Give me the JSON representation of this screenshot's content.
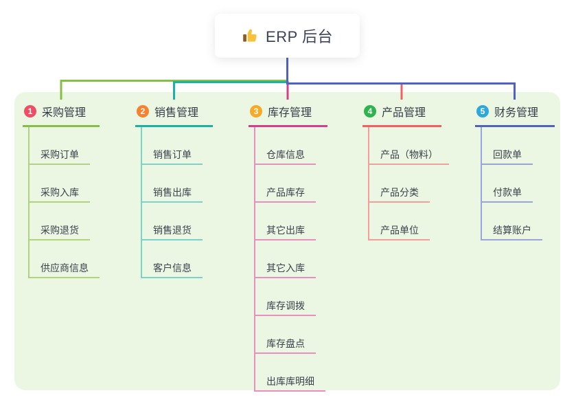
{
  "root": {
    "title": "ERP 后台",
    "icon": "thumbs-up"
  },
  "panel": {
    "background": "#ecf7e3"
  },
  "branches": [
    {
      "number": "1",
      "label": "采购管理",
      "badge_color": "#ee4d64",
      "line_color": "#85c044",
      "child_line_color": "#aed57d",
      "children": [
        "采购订单",
        "采购入库",
        "采购退货",
        "供应商信息"
      ]
    },
    {
      "number": "2",
      "label": "销售管理",
      "badge_color": "#f7812f",
      "line_color": "#17b3a8",
      "child_line_color": "#7ad2ca",
      "children": [
        "销售订单",
        "销售出库",
        "销售退货",
        "客户信息"
      ]
    },
    {
      "number": "3",
      "label": "库存管理",
      "badge_color": "#f7a927",
      "line_color": "#d43d90",
      "child_line_color": "#e98fc0",
      "children": [
        "仓库信息",
        "产品库存",
        "其它出库",
        "其它入库",
        "库存调拨",
        "库存盘点",
        "出库库明细"
      ]
    },
    {
      "number": "4",
      "label": "产品管理",
      "badge_color": "#2db44d",
      "line_color": "#f15f5f",
      "child_line_color": "#f59d99",
      "children": [
        "产品（物料）",
        "产品分类",
        "产品单位"
      ]
    },
    {
      "number": "5",
      "label": "财务管理",
      "badge_color": "#2ea7dd",
      "line_color": "#4d61c6",
      "child_line_color": "#98a5db",
      "children": [
        "回款单",
        "付款单",
        "结算账户"
      ]
    }
  ]
}
